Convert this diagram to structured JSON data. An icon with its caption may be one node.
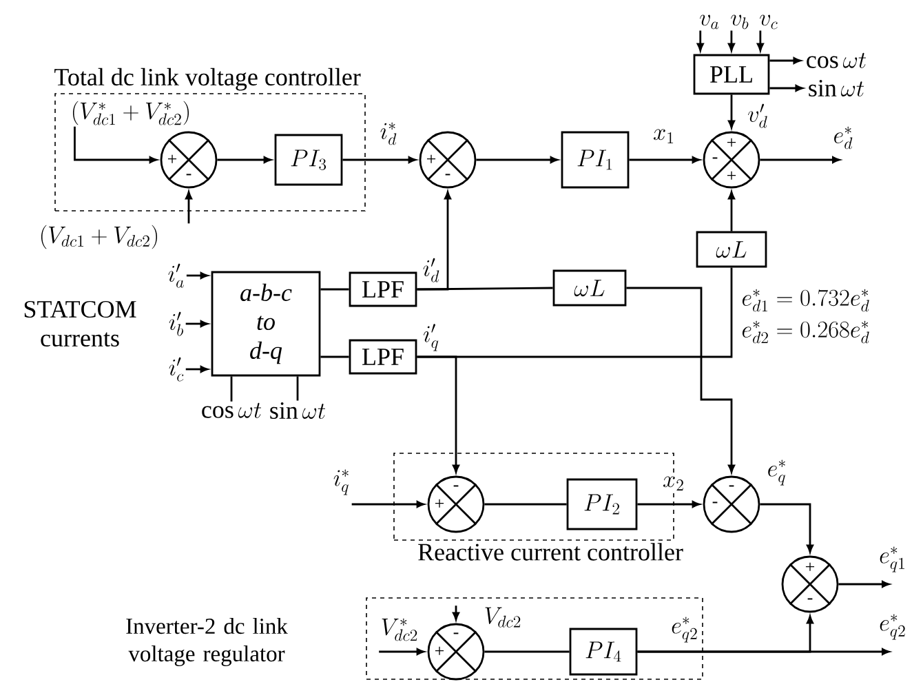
{
  "diagram": {
    "nodes": [
      {
        "text": [
          "Total dc link voltage controller"
        ]
      },
      {
        "text": [
          "+",
          "-"
        ],
        "in": 0
      },
      {
        "text": [
          "PI_3"
        ],
        "in": 0
      },
      {
        "text": [
          "+",
          "-"
        ]
      },
      {
        "text": [
          "PI_1"
        ]
      },
      {
        "text": [
          "+",
          "-",
          "+"
        ]
      },
      {
        "text": [
          "PLL"
        ]
      },
      {
        "text": [
          "\\omega L"
        ]
      },
      {
        "text": [
          "a-b-c to d-q"
        ]
      },
      {
        "text": [
          "LPF"
        ]
      },
      {
        "text": [
          "LPF"
        ]
      },
      {
        "text": [
          "\\omega L"
        ]
      },
      {
        "text": [
          "Reactive current controller"
        ]
      },
      {
        "text": [
          "-",
          "+"
        ],
        "in": 12
      },
      {
        "text": [
          "PI_2"
        ],
        "in": 12
      },
      {
        "text": [
          "-",
          "-"
        ]
      },
      {
        "text": [
          "+",
          "-"
        ]
      },
      {
        "text": [
          "Inverter-2 dc link voltage regulator"
        ]
      },
      {
        "text": [
          "-",
          "+"
        ],
        "in": 17
      },
      {
        "text": [
          "PI_4"
        ],
        "in": 17
      },
      {
        "text": [
          "(V_{dc1}^*+V_{dc2}^*)"
        ],
        "in": 0
      },
      {
        "text": [
          "(V_{dc1}+V_{dc2})"
        ]
      },
      {
        "text": [
          "v_a"
        ]
      },
      {
        "text": [
          "v_b"
        ]
      },
      {
        "text": [
          "v_c"
        ]
      },
      {
        "text": [
          "\\cos\\omega t"
        ]
      },
      {
        "text": [
          "\\sin\\omega t"
        ]
      },
      {
        "text": [
          "e_d^*"
        ]
      },
      {
        "text": [
          "i_a'"
        ]
      },
      {
        "text": [
          "i_b'"
        ]
      },
      {
        "text": [
          "i_c'"
        ]
      },
      {
        "text": [
          "\\cos\\omega t"
        ]
      },
      {
        "text": [
          "\\sin\\omega t"
        ]
      },
      {
        "text": [
          "i_q^*"
        ]
      },
      {
        "text": [
          "V_{dc2}^*"
        ],
        "in": 17
      },
      {
        "text": [
          "V_{dc2}"
        ],
        "in": 17
      },
      {
        "text": [
          "e_{q1}^*"
        ]
      },
      {
        "text": [
          "e_{q2}^*"
        ]
      }
    ],
    "edges": [
      {
        "from": 20,
        "to": 1,
        "arrow": "to"
      },
      {
        "from": 21,
        "to": 1,
        "arrow": "to"
      },
      {
        "from": 1,
        "to": 2,
        "arrow": "to"
      },
      {
        "from": 2,
        "to": 3,
        "arrow": "to",
        "label": "i_d^*"
      },
      {
        "from": 3,
        "to": 4,
        "arrow": "to"
      },
      {
        "from": 4,
        "to": 5,
        "arrow": "to",
        "label": "x_1"
      },
      {
        "from": 5,
        "to": 27,
        "arrow": "to"
      },
      {
        "from": 6,
        "to": 5,
        "arrow": "to",
        "label": "v_d'"
      },
      {
        "from": 7,
        "to": 5,
        "arrow": "to"
      },
      {
        "from": 22,
        "to": 6,
        "arrow": "to"
      },
      {
        "from": 23,
        "to": 6,
        "arrow": "to"
      },
      {
        "from": 24,
        "to": 6,
        "arrow": "to"
      },
      {
        "from": 6,
        "to": 25,
        "arrow": "to"
      },
      {
        "from": 6,
        "to": 26,
        "arrow": "to"
      },
      {
        "from": 8,
        "to": 9,
        "arrow": "none"
      },
      {
        "from": 8,
        "to": 10,
        "arrow": "none"
      },
      {
        "from": 28,
        "to": 8,
        "arrow": "to"
      },
      {
        "from": 29,
        "to": 8,
        "arrow": "to"
      },
      {
        "from": 30,
        "to": 8,
        "arrow": "to"
      },
      {
        "from": 8,
        "to": 31,
        "arrow": "none"
      },
      {
        "from": 8,
        "to": 32,
        "arrow": "none"
      },
      {
        "from": 9,
        "to": 3,
        "arrow": "to",
        "label": "i_d'"
      },
      {
        "from": 9,
        "to": 11,
        "arrow": "none"
      },
      {
        "from": 11,
        "to": 15,
        "arrow": "to"
      },
      {
        "from": 10,
        "to": 7,
        "arrow": "none",
        "label": "i_q'"
      },
      {
        "from": 10,
        "to": 13,
        "arrow": "to"
      },
      {
        "from": 33,
        "to": 13,
        "arrow": "to"
      },
      {
        "from": 13,
        "to": 14,
        "arrow": "none"
      },
      {
        "from": 14,
        "to": 15,
        "arrow": "to",
        "label": "x_2"
      },
      {
        "from": 15,
        "to": 16,
        "arrow": "to",
        "label": "e_q^*"
      },
      {
        "from": 16,
        "to": 36,
        "arrow": "to"
      },
      {
        "from": 34,
        "to": 18,
        "arrow": "to"
      },
      {
        "from": 35,
        "to": 18,
        "arrow": "to"
      },
      {
        "from": 18,
        "to": 19,
        "arrow": "none"
      },
      {
        "from": 19,
        "to": 37,
        "arrow": "to",
        "label": "e_{q2}^*"
      },
      {
        "from": 19,
        "to": 16,
        "arrow": "to"
      }
    ],
    "labels": [
      "STATCOM currents",
      "e_{d1}^* = 0.732e_d^*",
      "e_{d2}^* = 0.268e_d^*"
    ]
  }
}
